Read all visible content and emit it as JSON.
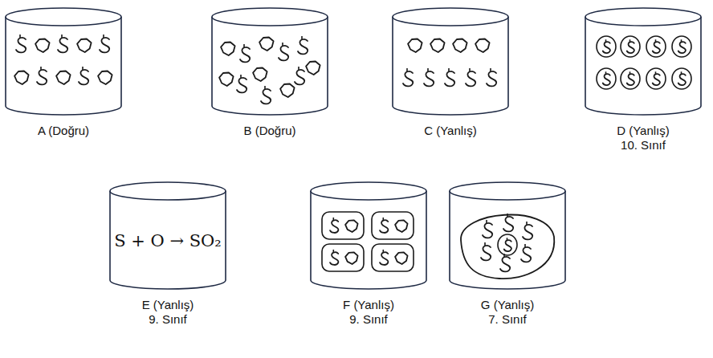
{
  "diagram": {
    "nodes": [
      {
        "text": [
          "A (Doğru)"
        ]
      },
      {
        "text": [
          "B (Doğru)"
        ]
      },
      {
        "text": [
          "C (Yanlış)"
        ]
      },
      {
        "text": [
          "D (Yanlış)",
          "10. Sınıf"
        ]
      },
      {
        "text": [
          "E (Yanlış)",
          "9. Sınıf"
        ]
      },
      {
        "text": [
          "F (Yanlış)",
          "9. Sınıf"
        ]
      },
      {
        "text": [
          "G (Yanlış)",
          "7. Sınıf"
        ]
      }
    ],
    "labels": [
      "S + O → SO₂"
    ]
  }
}
